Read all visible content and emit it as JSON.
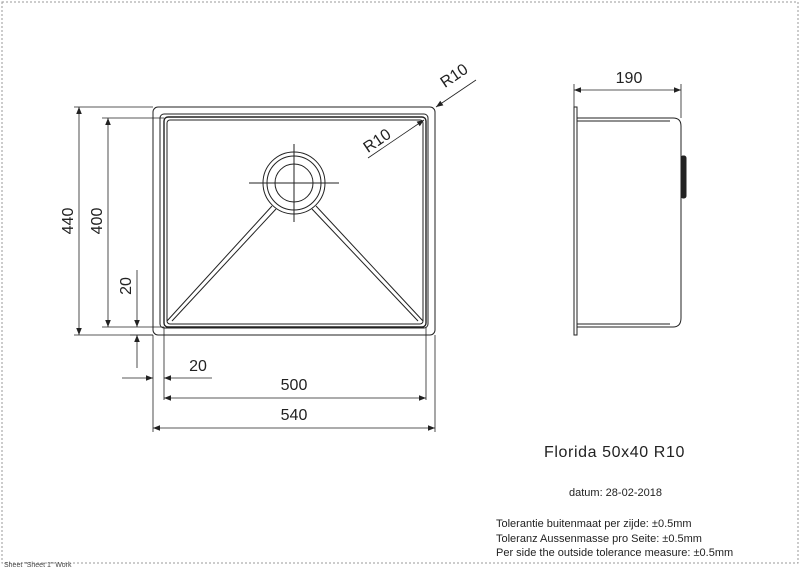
{
  "dimensions": {
    "overall_width": "540",
    "inner_width": "500",
    "flange_width": "20",
    "overall_height": "440",
    "inner_height": "400",
    "flange_height": "20",
    "depth": "190",
    "outer_radius": "R10",
    "inner_radius": "R10"
  },
  "info": {
    "title": "Florida 50x40 R10",
    "date": "datum: 28-02-2018",
    "tolerance_nl": "Tolerantie buitenmaat per zijde: ±0.5mm",
    "tolerance_de": "Toleranz Aussenmasse pro Seite: ±0.5mm",
    "tolerance_en": "Per side the outside tolerance measure: ±0.5mm"
  },
  "sheet_label": "Sheet \"Sheet 1\" Work",
  "colors": {
    "line": "#222222",
    "frame": "#9a9a9a"
  }
}
